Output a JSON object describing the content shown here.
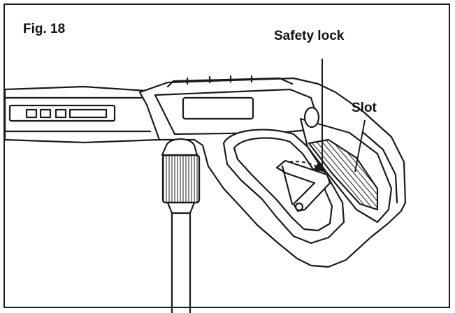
{
  "figure": {
    "title": "Fig. 18"
  },
  "callouts": {
    "safety_lock": "Safety lock",
    "slot": "Slot"
  },
  "colors": {
    "line": "#1a1a1a",
    "fill": "#ffffff",
    "hatch": "#2a2a2a"
  },
  "icons": {
    "arrow": "dashed-curved-arrow"
  }
}
